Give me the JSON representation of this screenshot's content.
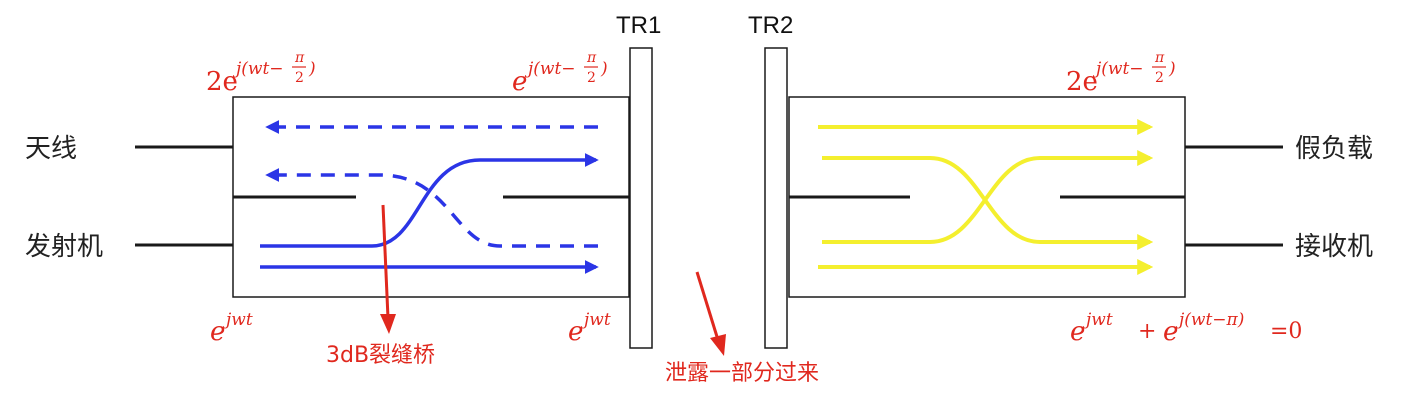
{
  "left_labels": {
    "antenna": "天线",
    "transmitter": "发射机"
  },
  "right_labels": {
    "dummy_load": "假负载",
    "receiver": "接收机"
  },
  "tubes": {
    "tr1": "TR1",
    "tr2": "TR2"
  },
  "annotations": {
    "hybrid": "3dB裂缝桥",
    "leak": "泄露一部分过来"
  },
  "expressions": {
    "left_top_coef": "2e",
    "left_top_exp": "j(wt−",
    "mid_top_coef": "e",
    "mid_top_exp": "j(wt−",
    "right_top_coef": "2e",
    "right_top_exp": "j(wt−",
    "pi": "π",
    "two": "2",
    "close": ")",
    "left_bottom_coef": "e",
    "left_bottom_exp": "jwt",
    "mid_bottom_coef": "e",
    "mid_bottom_exp": "jwt",
    "right_bottom_a_coef": "e",
    "right_bottom_a_exp": "jwt",
    "plus": "+",
    "right_bottom_b_coef": "e",
    "right_bottom_b_exp": "j(wt−π)",
    "equals_zero": "=0"
  },
  "colors": {
    "blue": "#2b35e6",
    "yellow": "#f4ef2e",
    "red": "#e0281e",
    "line": "#1a1a1a"
  }
}
